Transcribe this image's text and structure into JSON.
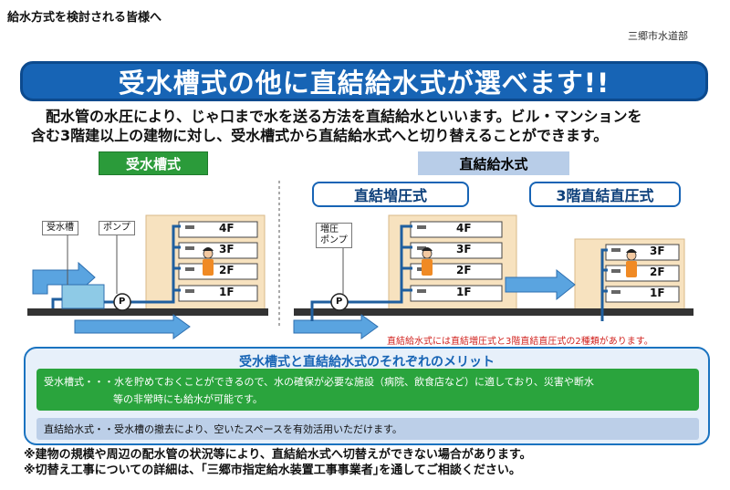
{
  "header": {
    "audience": "給水方式を検討される皆様へ",
    "organization": "三郷市水道部"
  },
  "banner": {
    "title": "受水槽式の他に直結給水式が選べます!!"
  },
  "intro": {
    "line1": "配水管の水圧により、じゃ口まで水を送る方法を直結給水といいます。ビル・マンションを",
    "line2": "含む3階建以上の建物に対し、受水槽式から直結給水式へと切り替えることができます。"
  },
  "labels": {
    "tank_method": "受水槽式",
    "direct_method": "直結給水式",
    "booster": "直結増圧式",
    "three_floor": "3階直結直圧式"
  },
  "diagram": {
    "callout_tank": "受水槽",
    "callout_pump": "ポンプ",
    "callout_booster_pump_1": "増圧",
    "callout_booster_pump_2": "ポンプ",
    "pump_mark": "P",
    "floors_four": [
      "4F",
      "3F",
      "2F",
      "1F"
    ],
    "floors_three": [
      "3F",
      "2F",
      "1F"
    ]
  },
  "note_red": "直結給水式には直結増圧式と3階直結直圧式の2種類があります。",
  "merit": {
    "title": "受水槽式と直結給水式のそれぞれのメリット",
    "tank_line1": "受水槽式・・・水を貯めておくことができるので、水の確保が必要な施設（病院、飲食店など）に適しており、災害や断水",
    "tank_line2": "等の非常時にも給水が可能です。",
    "direct_line": "直結給水式・・受水槽の撤去により、空いたスペースを有効活用いただけます。"
  },
  "footnotes": {
    "note1": "※建物の規模や周辺の配水管の状況等により、直結給水式へ切替えができない場合があります。",
    "note2": "※切替え工事についての詳細は、｢三郷市指定給水装置工事事業者｣を通してご相談ください。"
  },
  "colors": {
    "banner_blue": "#1764b5",
    "green": "#2aa43d",
    "light_blue": "#bccfe8",
    "building": "#f7e2bf",
    "red_note": "#d2231f"
  }
}
